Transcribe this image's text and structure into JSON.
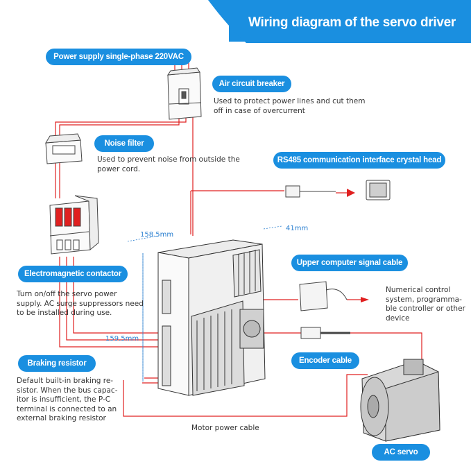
{
  "title": "Wiring diagram of the servo driver",
  "labels": {
    "power_supply": "Power supply single-phase 220VAC",
    "air_breaker": "Air circuit breaker",
    "noise_filter": "Noise filter",
    "rs485": "RS485 communication interface crystal head",
    "contactor": "Electromagnetic contactor",
    "upper_computer": "Upper computer signal cable",
    "braking_resistor": "Braking resistor",
    "encoder": "Encoder cable",
    "ac_servo": "AC servo"
  },
  "descriptions": {
    "air_breaker_l1": "Used to protect power lines and cut them",
    "air_breaker_l2": "off in case of overcurrent",
    "noise_filter_l1": "Used to prevent noise from outside the",
    "noise_filter_l2": "power cord.",
    "contactor_l1": "Turn on/off the servo power",
    "contactor_l2": "supply. AC surge suppressors need",
    "contactor_l3": "to be installed during use.",
    "upper_l1": "Numerical control",
    "upper_l2": "system, programma-",
    "upper_l3": "ble controller or other",
    "upper_l4": "device",
    "braking_l1": "Default built-in braking re-",
    "braking_l2": "sistor. When the bus capac-",
    "braking_l3": "itor is insufficient, the P-C",
    "braking_l4": "terminal is connected to an",
    "braking_l5": "external braking resistor"
  },
  "dimensions": {
    "width": "158.5mm",
    "depth": "41mm",
    "height": "159.5mm"
  },
  "motor_cable": "Motor power cable",
  "colors": {
    "accent": "#1a8fe0",
    "wire": "#e02020",
    "title_bg": "#1a8fe0",
    "dimension": "#2a7fd0"
  }
}
